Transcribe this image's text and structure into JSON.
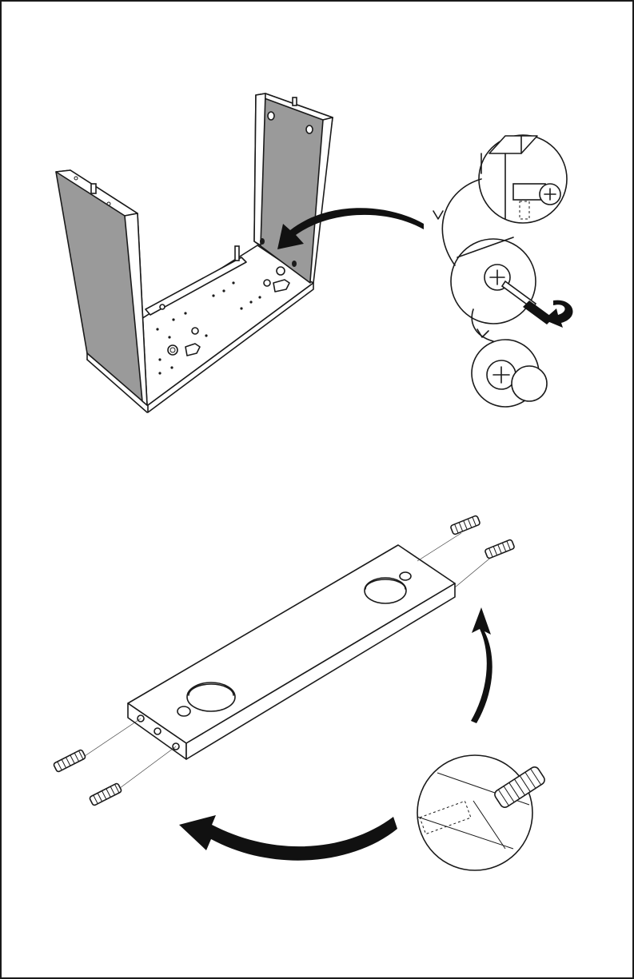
{
  "document": {
    "kind": "assembly-instruction-page",
    "colors": {
      "ink": "#1a1a1a",
      "panel_fill": "#9a9a9a",
      "background": "#ffffff",
      "arrow": "#111111"
    },
    "steps": [
      {
        "id": "step-cabinet-cam-lock",
        "icons": [
          "cabinet-frame-illustration",
          "cam-lock-detail-icon",
          "screwdriver-icon",
          "curved-arrow-icon"
        ]
      },
      {
        "id": "step-shelf-dowels",
        "icons": [
          "shelf-board-illustration",
          "wooden-dowel-icon",
          "dowel-detail-icon",
          "curved-arrow-icon"
        ]
      }
    ]
  }
}
